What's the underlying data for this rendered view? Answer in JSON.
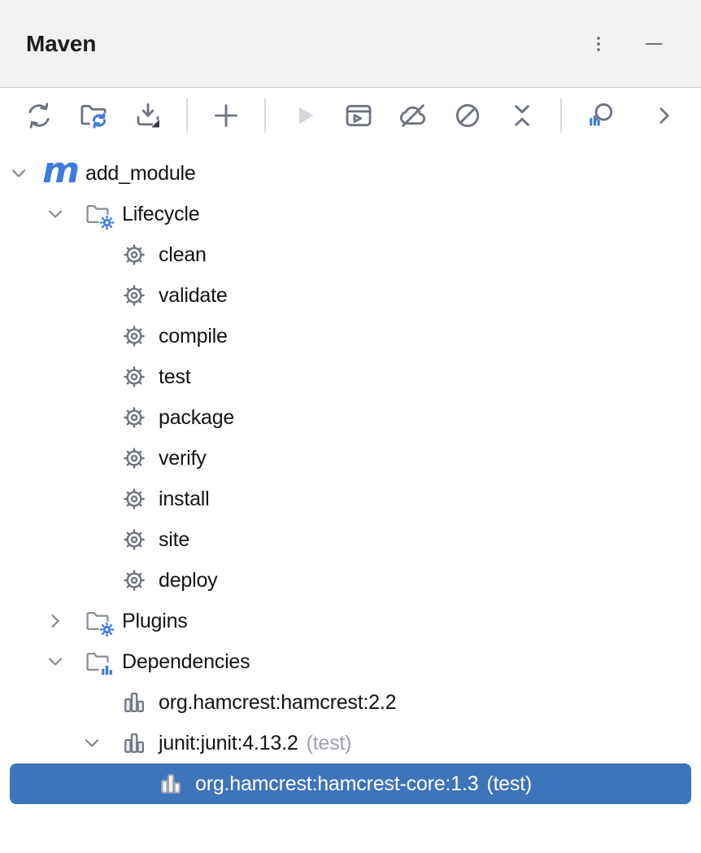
{
  "header": {
    "title": "Maven",
    "menu_icon": "kebab-menu",
    "hide_icon": "minimize"
  },
  "toolbar": {
    "icons": [
      "refresh",
      "reload-maven-folders",
      "download-sources",
      "add-maven-project",
      "run-build-disabled",
      "execute-maven-goal",
      "toggle-offline-mode",
      "skip-tests",
      "collapse-all",
      "analyze-dependencies",
      "more-chevron-right"
    ]
  },
  "colors": {
    "header_bg": "#F2F2F2",
    "selection_bg": "#3D74BA",
    "accent_blue": "#3E7BE0",
    "icon_gray": "#6E7380",
    "disabled_play": "#D6D8DE",
    "suffix_gray": "#9CA1AB"
  },
  "tree": {
    "maven_icon_glyph": "m",
    "rows": [
      {
        "label": "add_module",
        "level": 0,
        "icon": "maven-module",
        "chevron": "expanded",
        "selected": false
      },
      {
        "label": "Lifecycle",
        "level": 1,
        "icon": "folder-gear",
        "chevron": "expanded",
        "selected": false
      },
      {
        "label": "clean",
        "level": 2,
        "icon": "goal-gear",
        "selected": false
      },
      {
        "label": "validate",
        "level": 2,
        "icon": "goal-gear",
        "selected": false
      },
      {
        "label": "compile",
        "level": 2,
        "icon": "goal-gear",
        "selected": false
      },
      {
        "label": "test",
        "level": 2,
        "icon": "goal-gear",
        "selected": false
      },
      {
        "label": "package",
        "level": 2,
        "icon": "goal-gear",
        "selected": false
      },
      {
        "label": "verify",
        "level": 2,
        "icon": "goal-gear",
        "selected": false
      },
      {
        "label": "install",
        "level": 2,
        "icon": "goal-gear",
        "selected": false
      },
      {
        "label": "site",
        "level": 2,
        "icon": "goal-gear",
        "selected": false
      },
      {
        "label": "deploy",
        "level": 2,
        "icon": "goal-gear",
        "selected": false
      },
      {
        "label": "Plugins",
        "level": 1,
        "icon": "folder-gear",
        "chevron": "collapsed",
        "selected": false
      },
      {
        "label": "Dependencies",
        "level": 1,
        "icon": "folder-library",
        "chevron": "expanded",
        "selected": false
      },
      {
        "label": "org.hamcrest:hamcrest:2.2",
        "level": 2,
        "icon": "library",
        "selected": false
      },
      {
        "label": "junit:junit:4.13.2",
        "suffix": "(test)",
        "level": 2,
        "icon": "library",
        "chevron": "expanded",
        "selected": false
      },
      {
        "label": "org.hamcrest:hamcrest-core:1.3",
        "suffix": "(test)",
        "level": 3,
        "icon": "library",
        "selected": true
      }
    ]
  }
}
